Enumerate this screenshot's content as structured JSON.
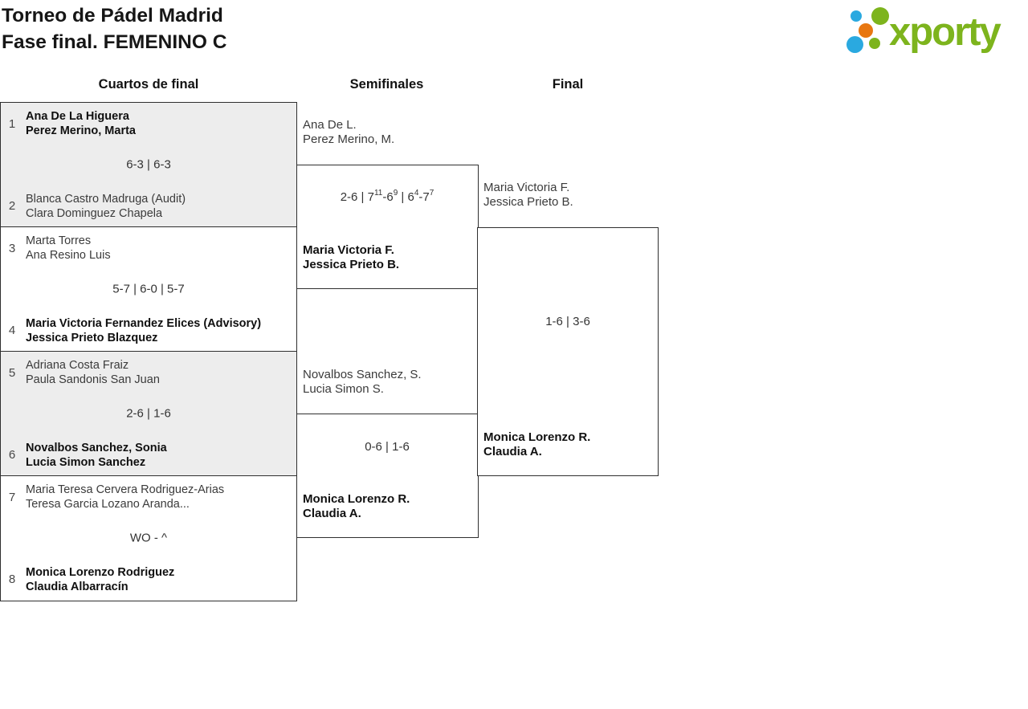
{
  "header": {
    "title_line1": "Torneo de Pádel Madrid",
    "title_line2": "Fase final. FEMENINO C"
  },
  "logo": {
    "text": "xporty",
    "dots": [
      "blue-small",
      "green-big",
      "orange",
      "blue-big",
      "green-small"
    ]
  },
  "colors": {
    "brand_green": "#7db41d",
    "brand_blue": "#2aa9e0",
    "brand_orange": "#e87711",
    "box_border": "#2f2f2f",
    "box_fill_alt": "#ededed"
  },
  "columns": [
    {
      "label": "Cuartos de final"
    },
    {
      "label": "Semifinales"
    },
    {
      "label": "Final"
    }
  ],
  "quarterfinals": [
    {
      "team1": {
        "seed": "1",
        "line1": "Ana De La Higuera",
        "line2": "Perez Merino, Marta",
        "winner": true
      },
      "score": "6-3 | 6-3",
      "team2": {
        "seed": "2",
        "line1": "Blanca Castro Madruga (Audit)",
        "line2": "Clara Dominguez Chapela",
        "winner": false
      }
    },
    {
      "team1": {
        "seed": "3",
        "line1": "Marta Torres",
        "line2": "Ana Resino Luis",
        "winner": false
      },
      "score": "5-7 | 6-0 | 5-7",
      "team2": {
        "seed": "4",
        "line1": "Maria Victoria Fernandez Elices (Advisory)",
        "line2": "Jessica Prieto Blazquez",
        "winner": true
      }
    },
    {
      "team1": {
        "seed": "5",
        "line1": "Adriana Costa Fraiz",
        "line2": "Paula Sandonis San Juan",
        "winner": false
      },
      "score": "2-6 | 1-6",
      "team2": {
        "seed": "6",
        "line1": "Novalbos Sanchez, Sonia",
        "line2": "Lucia Simon Sanchez",
        "winner": true
      }
    },
    {
      "team1": {
        "seed": "7",
        "line1": "Maria Teresa Cervera Rodriguez-Arias",
        "line2": "Teresa Garcia Lozano Aranda...",
        "winner": false
      },
      "score": "WO - ^",
      "team2": {
        "seed": "8",
        "line1": "Monica Lorenzo Rodriguez",
        "line2": "Claudia Albarracín",
        "winner": true
      }
    }
  ],
  "semifinals": [
    {
      "team1": {
        "line1": "Ana De L.",
        "line2": "Perez Merino, M.",
        "winner": false
      },
      "score": "2-6 | 7¹¹-6⁹ | 6⁴-7⁷",
      "score_parts": {
        "p1": "2-6 | 7",
        "s1": "11",
        "p2": "-6",
        "s2": "9",
        "p3": " | 6",
        "s3": "4",
        "p4": "-7",
        "s4": "7"
      },
      "team2": {
        "line1": "Maria Victoria F.",
        "line2": "Jessica Prieto B.",
        "winner": true
      }
    },
    {
      "team1": {
        "line1": "Novalbos Sanchez, S.",
        "line2": "Lucia Simon S.",
        "winner": false
      },
      "score": "0-6 | 1-6",
      "team2": {
        "line1": "Monica Lorenzo R.",
        "line2": "Claudia A.",
        "winner": true
      }
    }
  ],
  "final": {
    "team1": {
      "line1": "Maria Victoria F.",
      "line2": "Jessica Prieto B.",
      "winner": false
    },
    "score": "1-6 | 3-6",
    "team2": {
      "line1": "Monica Lorenzo R.",
      "line2": "Claudia A.",
      "winner": true
    }
  }
}
